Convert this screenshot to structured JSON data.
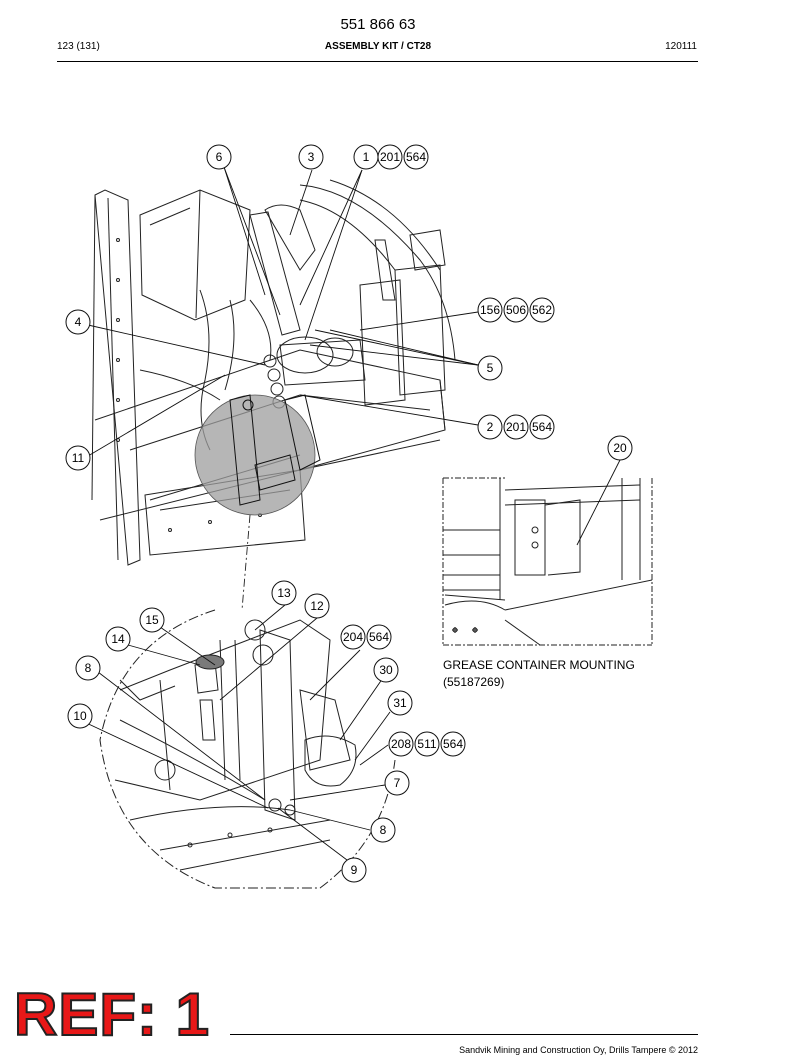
{
  "header": {
    "doc_number": "551 866 63",
    "page_count": "123 (131)",
    "title": "ASSEMBLY KIT / CT28",
    "date": "120111"
  },
  "callouts": {
    "c6": "6",
    "c3": "3",
    "c1": "1",
    "c201a": "201",
    "c564a": "564",
    "c4": "4",
    "c156": "156",
    "c506": "506",
    "c562": "562",
    "c5": "5",
    "c2": "2",
    "c201b": "201",
    "c564b": "564",
    "c11": "11",
    "c20": "20",
    "c13": "13",
    "c12": "12",
    "c15": "15",
    "c14": "14",
    "c204": "204",
    "c564c": "564",
    "c8a": "8",
    "c30": "30",
    "c31": "31",
    "c10": "10",
    "c208": "208",
    "c511": "511",
    "c564d": "564",
    "c7": "7",
    "c8b": "8",
    "c9": "9"
  },
  "inset_caption": {
    "line1": "GREASE CONTAINER MOUNTING",
    "line2": "(55187269)"
  },
  "footer": {
    "copyright": "Sandvik Mining and Construction Oy, Drills Tampere © 2012"
  },
  "stamp": {
    "label": "REF: 1",
    "color": "#e81818"
  }
}
